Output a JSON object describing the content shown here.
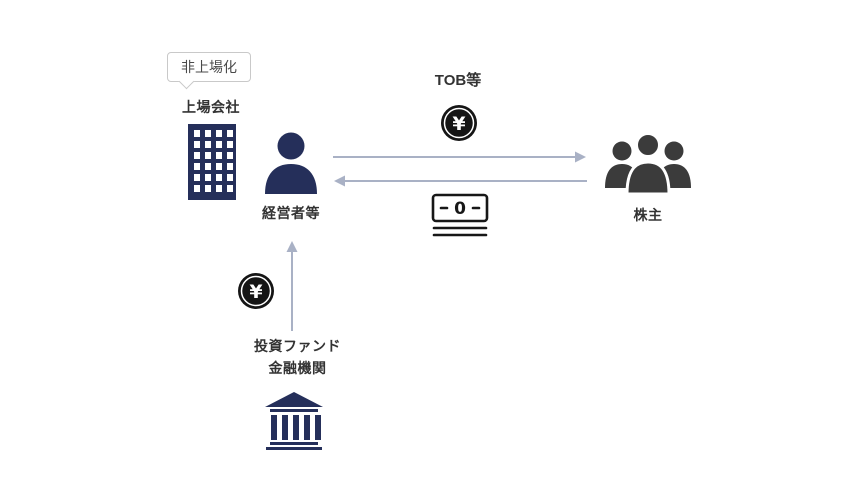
{
  "colors": {
    "navy": "#252f5a",
    "dark": "#3b3b3b",
    "coin": "#151515",
    "arrow": "#a9b1c5",
    "text": "#333333",
    "callout-border": "#c9c9c9",
    "callout-text": "#4a4a4a",
    "bg": "#ffffff"
  },
  "diagram": {
    "callout": {
      "label": "非上場化"
    },
    "nodes": {
      "listed_company": {
        "label": "上場会社",
        "icon": "office-building-icon"
      },
      "management": {
        "label": "経営者等",
        "icon": "person-icon"
      },
      "shareholders": {
        "label": "株主",
        "icon": "people-group-icon"
      },
      "fund": {
        "label_line1": "投資ファンド",
        "label_line2": "金融機関",
        "icon": "bank-building-icon"
      }
    },
    "flows": {
      "tob": {
        "label": "TOB等",
        "icon": "yen-coin-icon",
        "direction": "management-to-shareholders"
      },
      "payment": {
        "icon": "banknote-icon",
        "direction": "shareholders-to-management"
      },
      "funding": {
        "icon": "yen-coin-icon",
        "direction": "fund-to-management"
      }
    },
    "glyphs": {
      "yen": "¥",
      "banknote_zero": "0"
    }
  }
}
